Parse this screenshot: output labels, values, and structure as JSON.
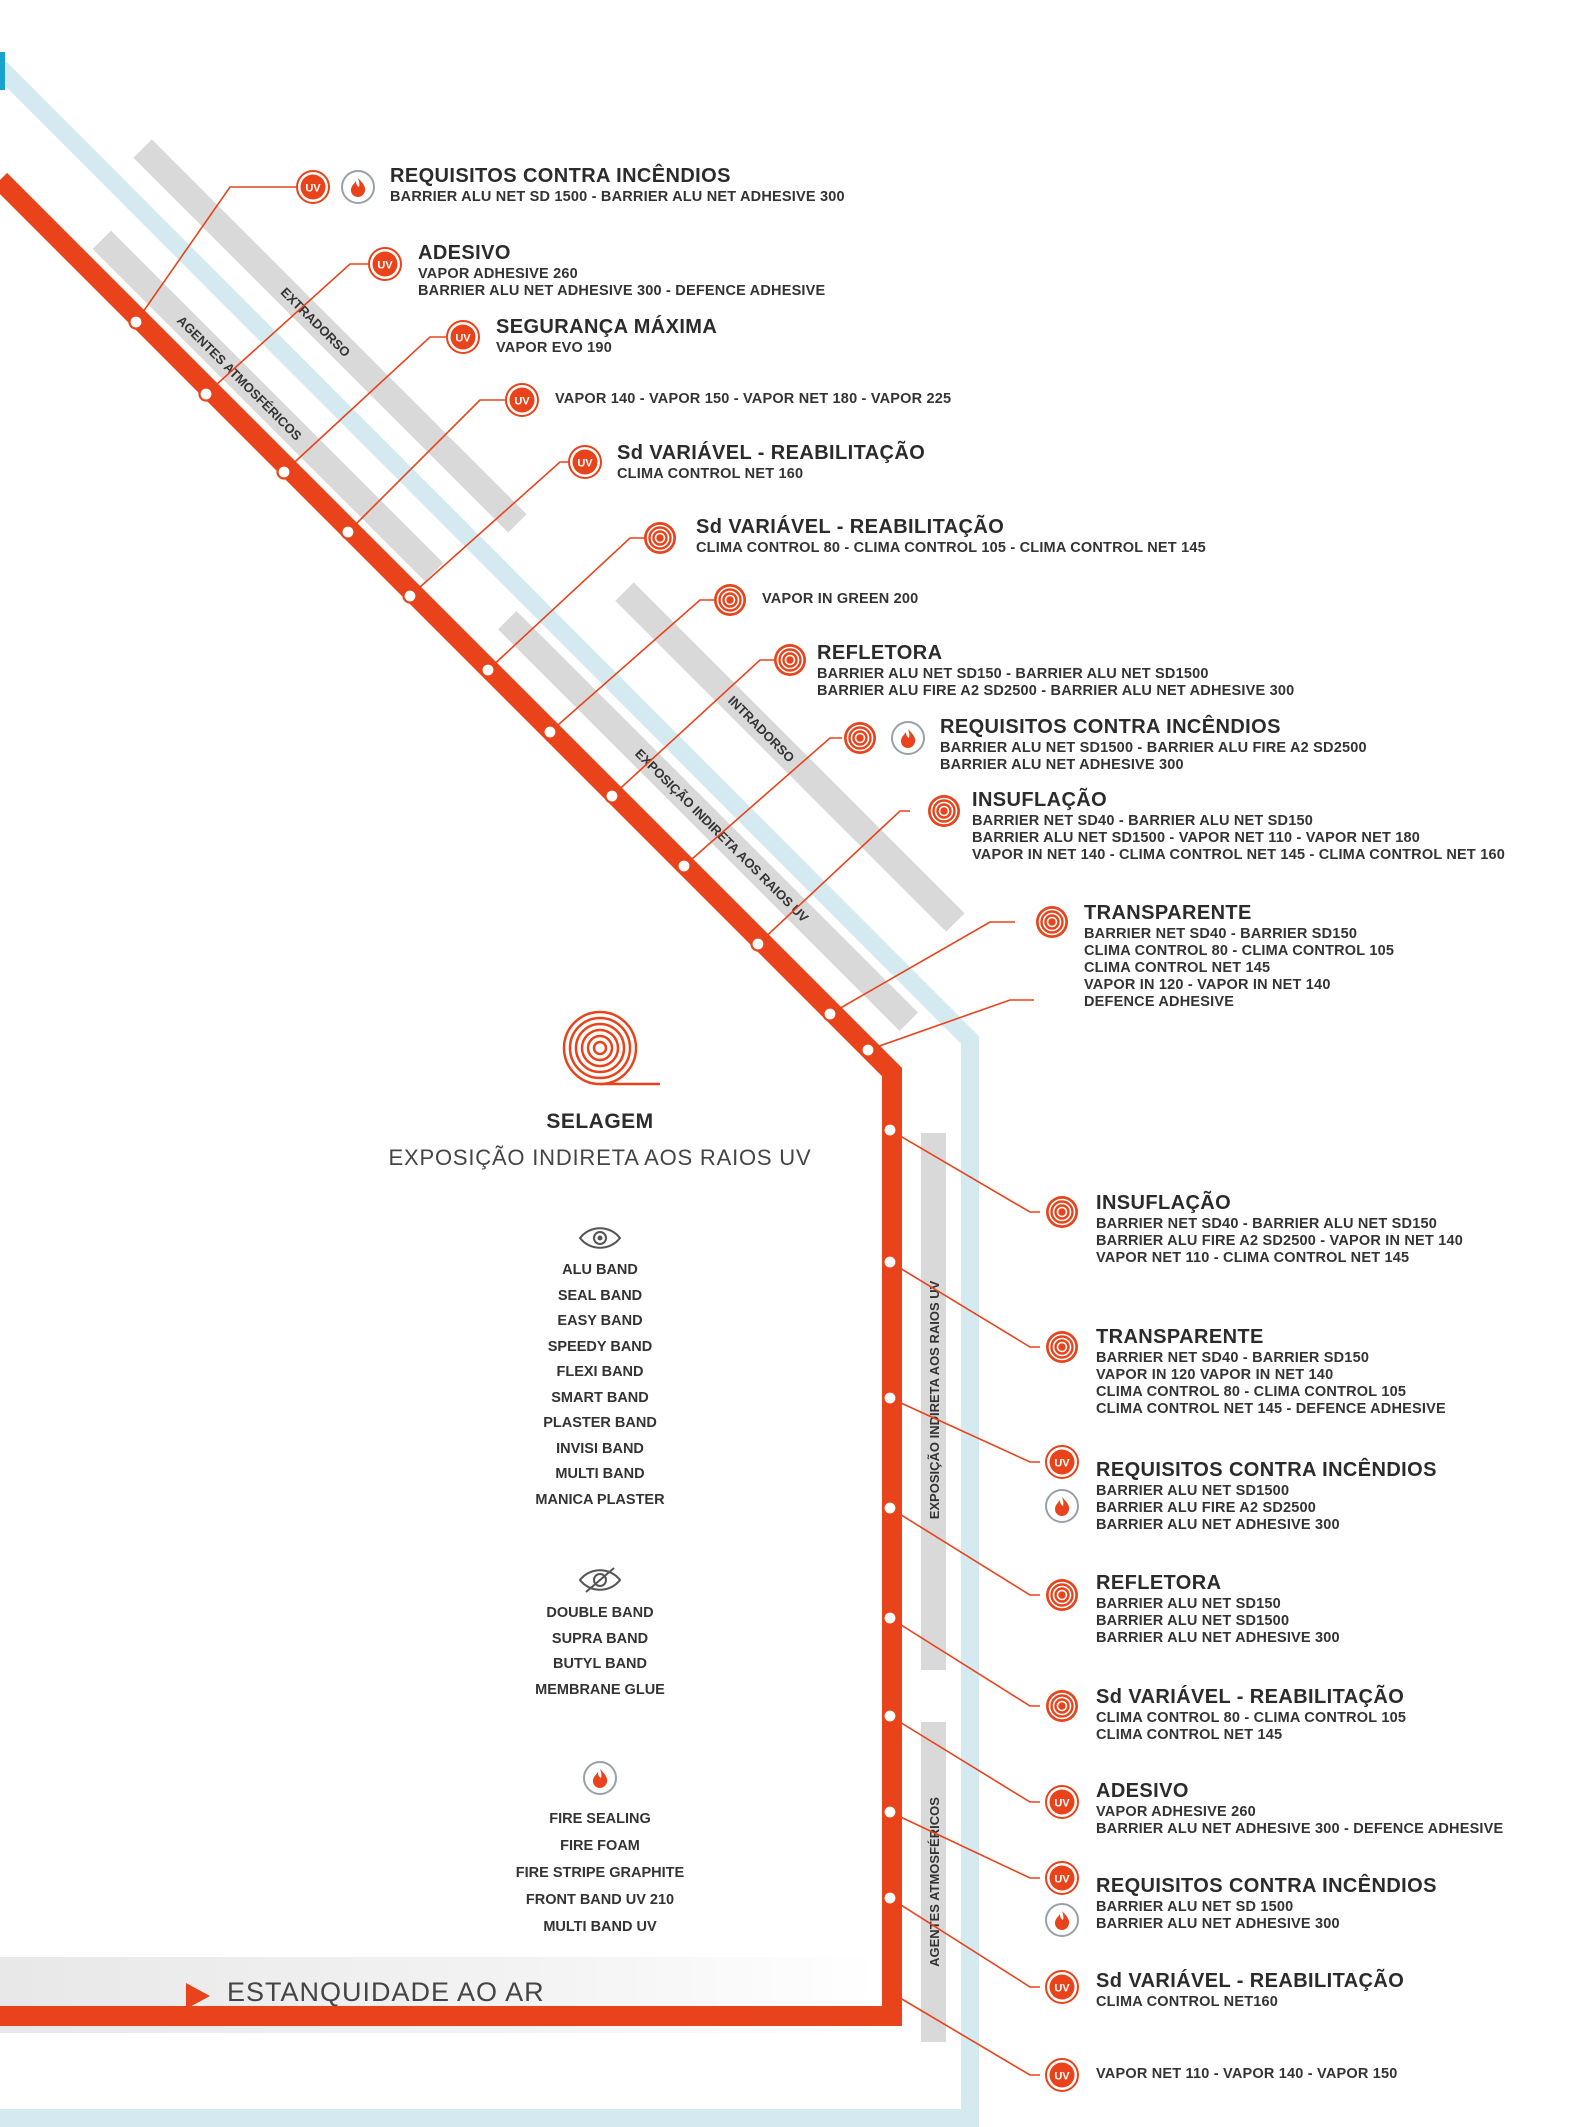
{
  "colors": {
    "membrane": "#e8431a",
    "blue_line": "#d4eaf0",
    "band": "#d9d9d9",
    "icon_orange": "#e8431a"
  },
  "band_labels": {
    "extradorso": "EXTRADORSO",
    "agentes_top": "AGENTES ATMOSFÉRICOS",
    "exposicao_diag": "EXPOSIÇÃO INDIRETA AOS RAIOS UV",
    "intradorso": "INTRADORSO",
    "exposicao_vert": "EXPOSIÇÃO INDIRETA AOS RAIOS UV",
    "agentes_vert": "AGENTES ATMOSFÉRICOS"
  },
  "items": [
    {
      "title": "REQUISITOS CONTRA INCÊNDIOS",
      "lines": [
        "BARRIER ALU NET SD 1500 - BARRIER ALU NET ADHESIVE 300"
      ],
      "icons": [
        "uv-icon",
        "fire-icon"
      ]
    },
    {
      "title": "ADESIVO",
      "lines": [
        "VAPOR ADHESIVE 260",
        "BARRIER ALU NET ADHESIVE 300 - DEFENCE ADHESIVE"
      ],
      "icons": [
        "uv-icon"
      ]
    },
    {
      "title": "SEGURANÇA MÁXIMA",
      "lines": [
        "VAPOR EVO 190"
      ],
      "icons": [
        "uv-icon"
      ]
    },
    {
      "title": "",
      "lines": [
        "VAPOR 140 - VAPOR 150 - VAPOR NET 180 - VAPOR 225"
      ],
      "icons": [
        "uv-icon"
      ]
    },
    {
      "title": "Sd VARIÁVEL - REABILITAÇÃO",
      "lines": [
        "CLIMA CONTROL NET 160"
      ],
      "icons": [
        "uv-icon"
      ]
    },
    {
      "title": "Sd VARIÁVEL - REABILITAÇÃO",
      "lines": [
        "CLIMA CONTROL 80 - CLIMA CONTROL 105 - CLIMA CONTROL NET 145"
      ],
      "icons": [
        "tape-roll-icon"
      ]
    },
    {
      "title": "",
      "lines": [
        "VAPOR IN GREEN 200"
      ],
      "icons": [
        "tape-roll-icon"
      ]
    },
    {
      "title": "REFLETORA",
      "lines": [
        "BARRIER ALU NET SD150 - BARRIER ALU NET SD1500",
        "BARRIER ALU FIRE A2 SD2500 - BARRIER ALU NET ADHESIVE 300"
      ],
      "icons": [
        "tape-roll-icon"
      ]
    },
    {
      "title": "REQUISITOS CONTRA INCÊNDIOS",
      "lines": [
        "BARRIER ALU NET SD1500 - BARRIER ALU FIRE A2 SD2500",
        "BARRIER ALU NET ADHESIVE 300"
      ],
      "icons": [
        "tape-roll-icon",
        "fire-icon"
      ]
    },
    {
      "title": "INSUFLAÇÃO",
      "lines": [
        "BARRIER NET SD40 - BARRIER ALU NET SD150",
        "BARRIER ALU NET SD1500 - VAPOR NET 110 - VAPOR NET 180",
        "VAPOR IN NET 140 - CLIMA CONTROL NET 145 - CLIMA CONTROL NET 160"
      ],
      "icons": [
        "tape-roll-icon"
      ]
    },
    {
      "title": "TRANSPARENTE",
      "lines": [
        "BARRIER NET SD40 - BARRIER SD150",
        "CLIMA CONTROL 80 - CLIMA CONTROL 105",
        "CLIMA CONTROL NET 145",
        "VAPOR IN 120 - VAPOR IN NET 140",
        "DEFENCE ADHESIVE"
      ],
      "icons": [
        "tape-roll-icon"
      ]
    },
    {
      "title": "INSUFLAÇÃO",
      "lines": [
        "BARRIER NET SD40 - BARRIER ALU NET SD150",
        "BARRIER ALU FIRE A2 SD2500 - VAPOR IN NET 140",
        "VAPOR NET 110 - CLIMA CONTROL NET 145"
      ],
      "icons": [
        "tape-roll-icon"
      ]
    },
    {
      "title": "TRANSPARENTE",
      "lines": [
        "BARRIER NET SD40 - BARRIER SD150",
        "VAPOR IN 120 VAPOR IN NET 140",
        "CLIMA CONTROL 80 - CLIMA CONTROL 105",
        "CLIMA CONTROL NET 145 - DEFENCE ADHESIVE"
      ],
      "icons": [
        "tape-roll-icon"
      ]
    },
    {
      "title": "REQUISITOS CONTRA INCÊNDIOS",
      "lines": [
        "BARRIER ALU NET SD1500",
        "BARRIER ALU FIRE A2 SD2500",
        "BARRIER ALU NET ADHESIVE 300"
      ],
      "icons": [
        "uv-icon",
        "fire-icon"
      ]
    },
    {
      "title": "REFLETORA",
      "lines": [
        "BARRIER ALU NET SD150",
        "BARRIER ALU NET SD1500",
        "BARRIER ALU NET ADHESIVE 300"
      ],
      "icons": [
        "tape-roll-icon"
      ]
    },
    {
      "title": "Sd VARIÁVEL - REABILITAÇÃO",
      "lines": [
        "CLIMA CONTROL 80 - CLIMA CONTROL 105",
        "CLIMA CONTROL NET 145"
      ],
      "icons": [
        "tape-roll-icon"
      ]
    },
    {
      "title": "ADESIVO",
      "lines": [
        "VAPOR ADHESIVE 260",
        "BARRIER ALU NET ADHESIVE 300 - DEFENCE ADHESIVE"
      ],
      "icons": [
        "uv-icon"
      ]
    },
    {
      "title": "REQUISITOS CONTRA INCÊNDIOS",
      "lines": [
        "BARRIER ALU NET SD 1500",
        "BARRIER ALU NET ADHESIVE 300"
      ],
      "icons": [
        "uv-icon",
        "fire-icon"
      ]
    },
    {
      "title": "Sd VARIÁVEL - REABILITAÇÃO",
      "lines": [
        "CLIMA CONTROL NET160"
      ],
      "icons": [
        "uv-icon"
      ]
    },
    {
      "title": "",
      "lines": [
        "VAPOR NET 110 - VAPOR 140 - VAPOR 150"
      ],
      "icons": [
        "uv-icon"
      ]
    }
  ],
  "selagem": {
    "title": "SELAGEM",
    "subtitle": "EXPOSIÇÃO INDIRETA AOS RAIOS UV",
    "icon": "tape-roll-icon"
  },
  "bands_group_visible": {
    "icon": "eye-icon",
    "items": [
      "ALU BAND",
      "SEAL BAND",
      "EASY BAND",
      "SPEEDY BAND",
      "FLEXI BAND",
      "SMART BAND",
      "PLASTER BAND",
      "INVISI BAND",
      "MULTI BAND",
      "MANICA PLASTER"
    ]
  },
  "bands_group_hidden": {
    "icon": "eye-hidden-icon",
    "items": [
      "DOUBLE BAND",
      "SUPRA BAND",
      "BUTYL BAND",
      "MEMBRANE GLUE"
    ]
  },
  "bands_group_fire": {
    "icon": "fire-icon",
    "items": [
      "FIRE SEALING",
      "FIRE FOAM",
      "FIRE STRIPE GRAPHITE",
      "FRONT BAND UV 210",
      "MULTI BAND UV"
    ]
  },
  "footer": {
    "label": "ESTANQUIDADE AO AR",
    "icon": "play-triangle-icon"
  }
}
